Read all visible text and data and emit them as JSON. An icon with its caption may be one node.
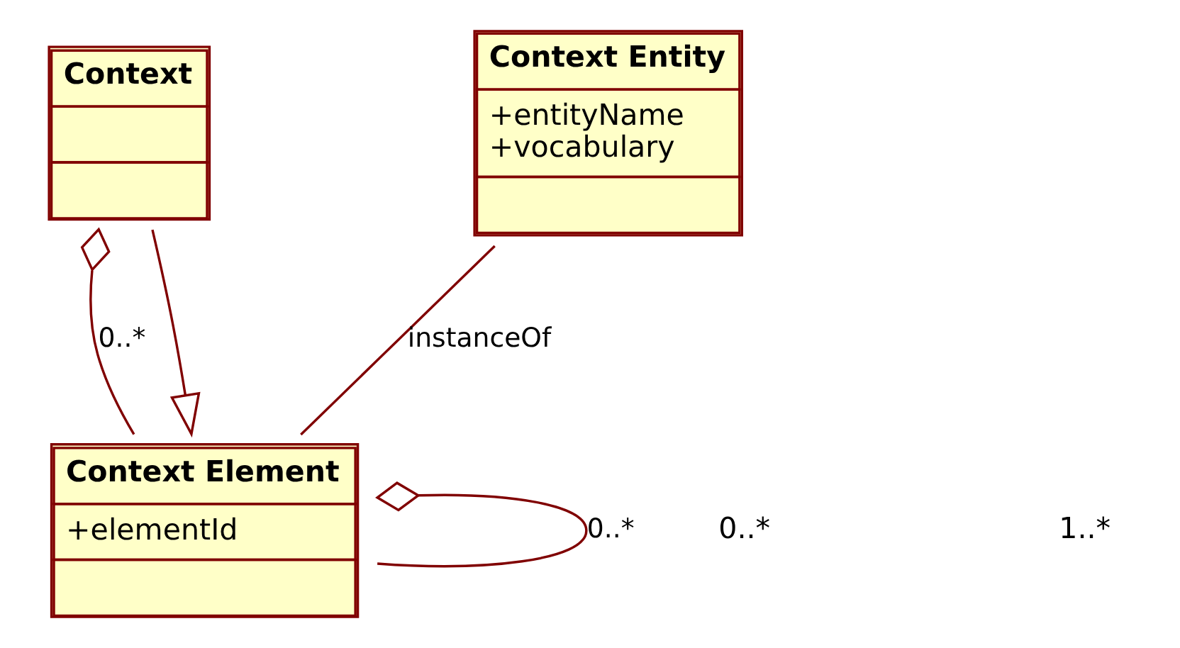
{
  "diagram": {
    "nodes": [
      {
        "text": [
          "Context"
        ]
      },
      {
        "text": [
          "Context Entity",
          "+entityName",
          "+vocabulary"
        ]
      },
      {
        "text": [
          "Context Element",
          "+elementId"
        ]
      }
    ],
    "edges": [
      {
        "from": 0,
        "to": 2,
        "arrow": "other",
        "label": "0..*"
      },
      {
        "from": 0,
        "to": 2,
        "arrow": "to"
      },
      {
        "from": 2,
        "to": 1,
        "arrow": "none",
        "label": "instanceOf"
      },
      {
        "from": 2,
        "to": 2,
        "arrow": "other",
        "label": "0..*"
      }
    ],
    "labels": [
      "0..*",
      "1..*"
    ]
  }
}
